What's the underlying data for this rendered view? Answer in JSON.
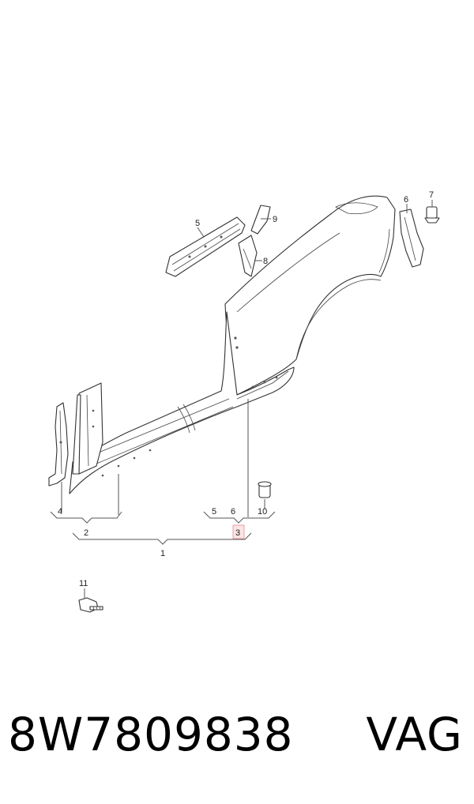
{
  "callouts": {
    "c1": "1",
    "c2": "2",
    "c3": "3",
    "c4": "4",
    "c5a": "5",
    "c5b": "5",
    "c6a": "6",
    "c6b": "6",
    "c7": "7",
    "c8": "8",
    "c9": "9",
    "c10": "10",
    "c11": "11"
  },
  "highlighted_callout": "3",
  "highlight_color": "#e8a0a0",
  "footer": {
    "part_number": "8W7809838",
    "brand": "VAG"
  }
}
